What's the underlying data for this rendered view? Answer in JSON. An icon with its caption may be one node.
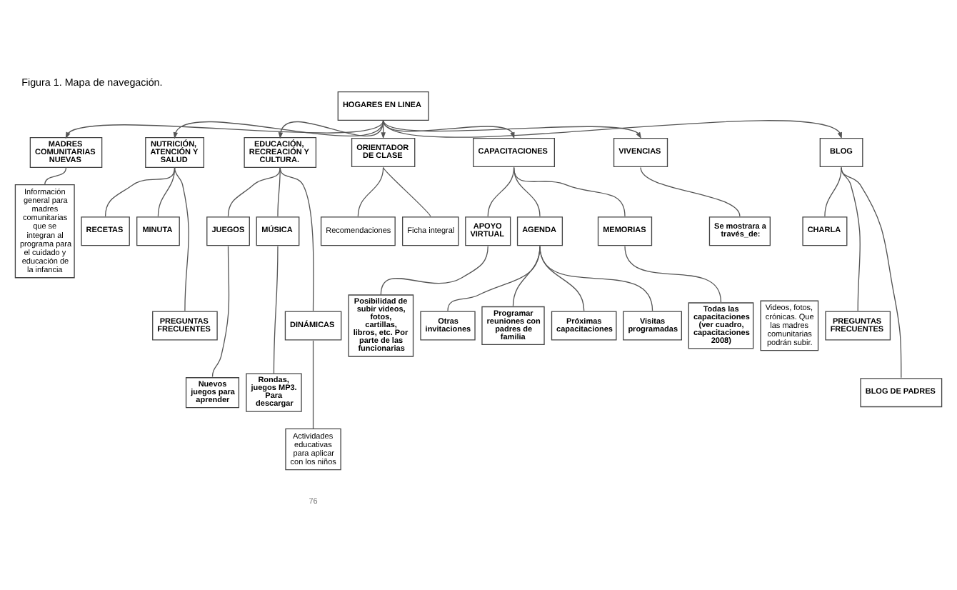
{
  "diagram": {
    "title": "Figura 1. Mapa de navegación.",
    "nodes": [
      {
        "text": [
          "HOGARES EN LINEA"
        ]
      },
      {
        "text": [
          "MADRES COMUNITARIAS NUEVAS"
        ]
      },
      {
        "text": [
          "NUTRICIÓN, ATENCIÓN Y SALUD"
        ]
      },
      {
        "text": [
          "EDUCACIÓN, RECREACIÓN Y CULTURA."
        ]
      },
      {
        "text": [
          "ORIENTADOR DE CLASE"
        ]
      },
      {
        "text": [
          "CAPACITACIONES"
        ]
      },
      {
        "text": [
          "VIVENCIAS"
        ]
      },
      {
        "text": [
          "BLOG"
        ]
      },
      {
        "text": [
          "Información general para madres comunitarias que se integran al programa para el cuidado y educación de la infancia"
        ]
      },
      {
        "text": [
          "Se mostrara a través_de:"
        ]
      },
      {
        "text": [
          "Recomendaciones"
        ]
      },
      {
        "text": [
          "Ficha integral"
        ]
      },
      {
        "text": [
          "APOYO VIRTUAL"
        ]
      },
      {
        "text": [
          "Videos, fotos, crónicas. Que las madres comunitarias podrán subir."
        ]
      },
      {
        "text": [
          "AGENDA"
        ]
      },
      {
        "text": [
          "RECETAS"
        ]
      },
      {
        "text": [
          "MINUTA"
        ]
      },
      {
        "text": [
          "JUEGOS"
        ]
      },
      {
        "text": [
          "MÚSICA"
        ]
      },
      {
        "text": [
          "MEMORIAS"
        ]
      },
      {
        "text": [
          "CHARLA"
        ]
      },
      {
        "text": [
          "PREGUNTAS FRECUENTES"
        ]
      },
      {
        "text": [
          "PREGUNTAS FRECUENTES"
        ]
      },
      {
        "text": [
          "DINÁMICAS"
        ]
      },
      {
        "text": [
          "Posibilidad de subir videos, fotos, cartillas, libros, etc. Por parte de las funcionarias"
        ]
      },
      {
        "text": [
          "BLOG DE PADRES"
        ]
      },
      {
        "text": [
          "Rondas, juegos MP3. Para descargar"
        ]
      },
      {
        "text": [
          "Nuevos juegos para aprender"
        ]
      },
      {
        "text": [
          "Otras invitaciones"
        ]
      },
      {
        "text": [
          "Programar reuniones con padres de familia"
        ]
      },
      {
        "text": [
          "Todas las capacitaciones (ver cuadro, capacitaciones 2008)"
        ]
      },
      {
        "text": [
          "Próximas capacitaciones"
        ]
      },
      {
        "text": [
          "Visitas programadas"
        ]
      },
      {
        "text": [
          "Actividades educativas para aplicar con los niños"
        ]
      }
    ],
    "edges": [
      {
        "from": 0,
        "to": 1,
        "arrow": "to"
      },
      {
        "from": 0,
        "to": 2,
        "arrow": "to"
      },
      {
        "from": 0,
        "to": 3,
        "arrow": "to"
      },
      {
        "from": 0,
        "to": 4,
        "arrow": "to"
      },
      {
        "from": 0,
        "to": 5,
        "arrow": "to"
      },
      {
        "from": 0,
        "to": 6,
        "arrow": "to"
      },
      {
        "from": 0,
        "to": 7,
        "arrow": "to"
      },
      {
        "from": 1,
        "to": 8,
        "arrow": "none"
      },
      {
        "from": 2,
        "to": 15,
        "arrow": "none"
      },
      {
        "from": 2,
        "to": 16,
        "arrow": "none"
      },
      {
        "from": 2,
        "to": 21,
        "arrow": "none"
      },
      {
        "from": 3,
        "to": 17,
        "arrow": "none"
      },
      {
        "from": 3,
        "to": 18,
        "arrow": "none"
      },
      {
        "from": 3,
        "to": 23,
        "arrow": "none"
      },
      {
        "from": 4,
        "to": 10,
        "arrow": "none"
      },
      {
        "from": 4,
        "to": 11,
        "arrow": "none"
      },
      {
        "from": 5,
        "to": 12,
        "arrow": "none"
      },
      {
        "from": 5,
        "to": 19,
        "arrow": "none"
      },
      {
        "from": 5,
        "to": 14,
        "arrow": "none"
      },
      {
        "from": 6,
        "to": 9,
        "arrow": "none"
      },
      {
        "from": 7,
        "to": 20,
        "arrow": "none"
      },
      {
        "from": 7,
        "to": 22,
        "arrow": "none"
      },
      {
        "from": 7,
        "to": 25,
        "arrow": "none"
      },
      {
        "from": 12,
        "to": 24,
        "arrow": "none"
      },
      {
        "from": 14,
        "to": 28,
        "arrow": "none"
      },
      {
        "from": 14,
        "to": 29,
        "arrow": "none"
      },
      {
        "from": 14,
        "to": 31,
        "arrow": "none"
      },
      {
        "from": 14,
        "to": 32,
        "arrow": "none"
      },
      {
        "from": 17,
        "to": 27,
        "arrow": "none"
      },
      {
        "from": 18,
        "to": 26,
        "arrow": "none"
      },
      {
        "from": 19,
        "to": 30,
        "arrow": "none"
      },
      {
        "from": 23,
        "to": 33,
        "arrow": "none"
      }
    ],
    "labels": [
      "76"
    ]
  }
}
